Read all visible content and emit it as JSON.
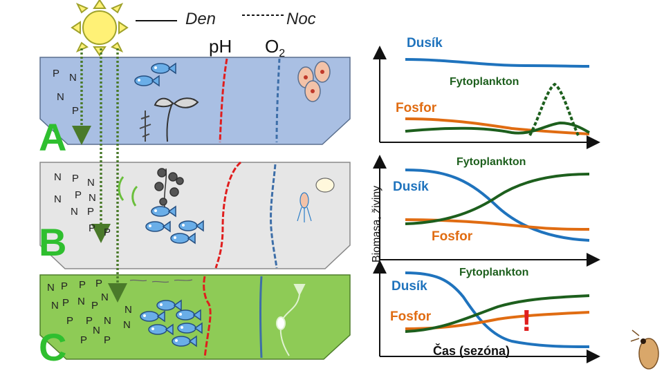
{
  "legend": {
    "day": "Den",
    "night": "Noc"
  },
  "headers": {
    "ph": "pH",
    "o2": "O",
    "o2_sub": "2"
  },
  "panels": [
    {
      "letter": "A",
      "nutrients": [
        "P",
        "N",
        "N",
        "P"
      ]
    },
    {
      "letter": "B",
      "nutrients": [
        "N",
        "P",
        "N",
        "N",
        "P",
        "N",
        "N",
        "P",
        "P",
        "P"
      ]
    },
    {
      "letter": "C",
      "nutrients": [
        "N",
        "P",
        "P",
        "P",
        "N",
        "N",
        "P",
        "N",
        "P",
        "N",
        "P",
        "P",
        "N",
        "N",
        "P",
        "N",
        "P"
      ]
    }
  ],
  "graph": {
    "y_axis_label": "Biomasa, živiny",
    "x_axis_label": "Čas (sezóna)",
    "A": {
      "nitrogen": "Dusík",
      "phyto": "Fytoplankton",
      "phosphorus": "Fosfor"
    },
    "B": {
      "nitrogen": "Dusík",
      "phyto": "Fytoplankton",
      "phosphorus": "Fosfor"
    },
    "C": {
      "nitrogen": "Dusík",
      "phyto": "Fytoplankton",
      "phosphorus": "Fosfor",
      "warning": "!"
    }
  },
  "colors": {
    "nitrogen": "#1f73bd",
    "phosphorus": "#e06c12",
    "phytoplankton": "#1d5f1d",
    "panel_a": "#a9bfe3",
    "panel_b": "#e6e6e6",
    "panel_c": "#8ecb56",
    "ph_line": "#e01e1e",
    "o2_line": "#3d6ea8",
    "sun": "#fff176",
    "letters": "#2fbf2f"
  }
}
